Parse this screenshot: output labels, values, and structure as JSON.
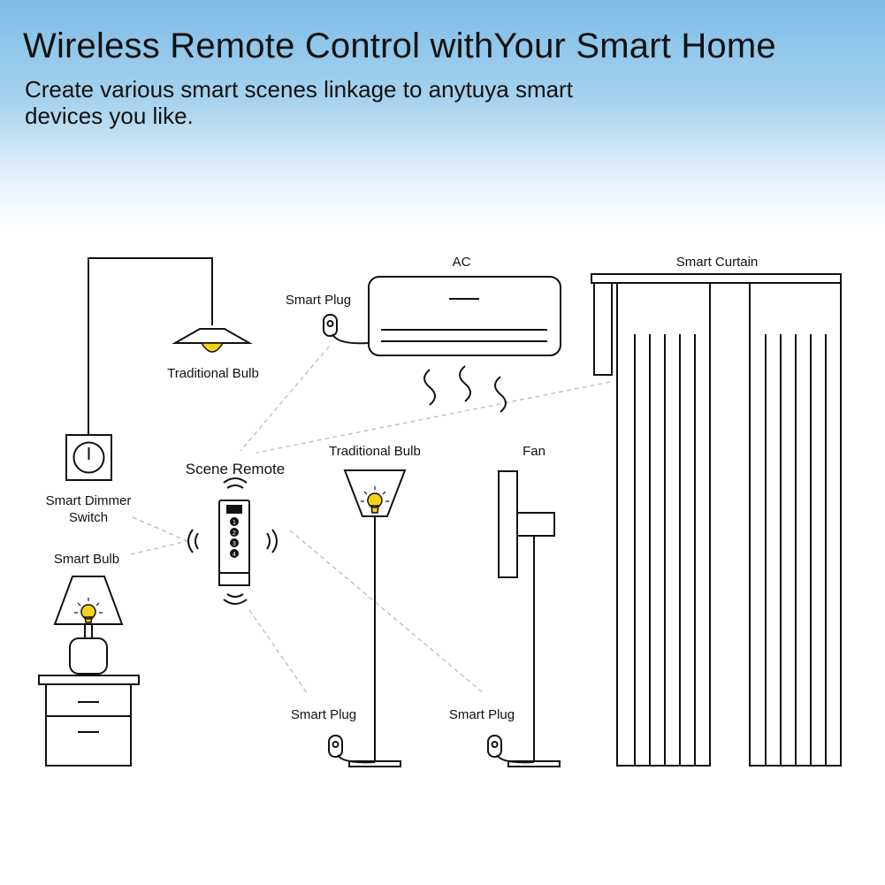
{
  "header": {
    "title": "Wireless Remote Control withYour Smart Home",
    "subtitle": "Create various smart scenes linkage to anytuya smart devices you like."
  },
  "labels": {
    "ac": "AC",
    "smart_curtain": "Smart Curtain",
    "smart_plug_ac": "Smart Plug",
    "traditional_bulb_pendant": "Traditional Bulb",
    "scene_remote": "Scene Remote",
    "traditional_bulb_floor": "Traditional Bulb",
    "fan": "Fan",
    "smart_dimmer_switch_line1": "Smart Dimmer",
    "smart_dimmer_switch_line2": "Switch",
    "smart_bulb": "Smart Bulb",
    "smart_plug_floor_lamp": "Smart Plug",
    "smart_plug_fan": "Smart Plug"
  },
  "remote": {
    "buttons": [
      "1",
      "2",
      "3",
      "4"
    ]
  },
  "colors": {
    "sky_top": "#7dbde6",
    "bulb_yellow": "#f7d21b",
    "line": "#111111",
    "dashed_link": "#bbbbbb"
  }
}
